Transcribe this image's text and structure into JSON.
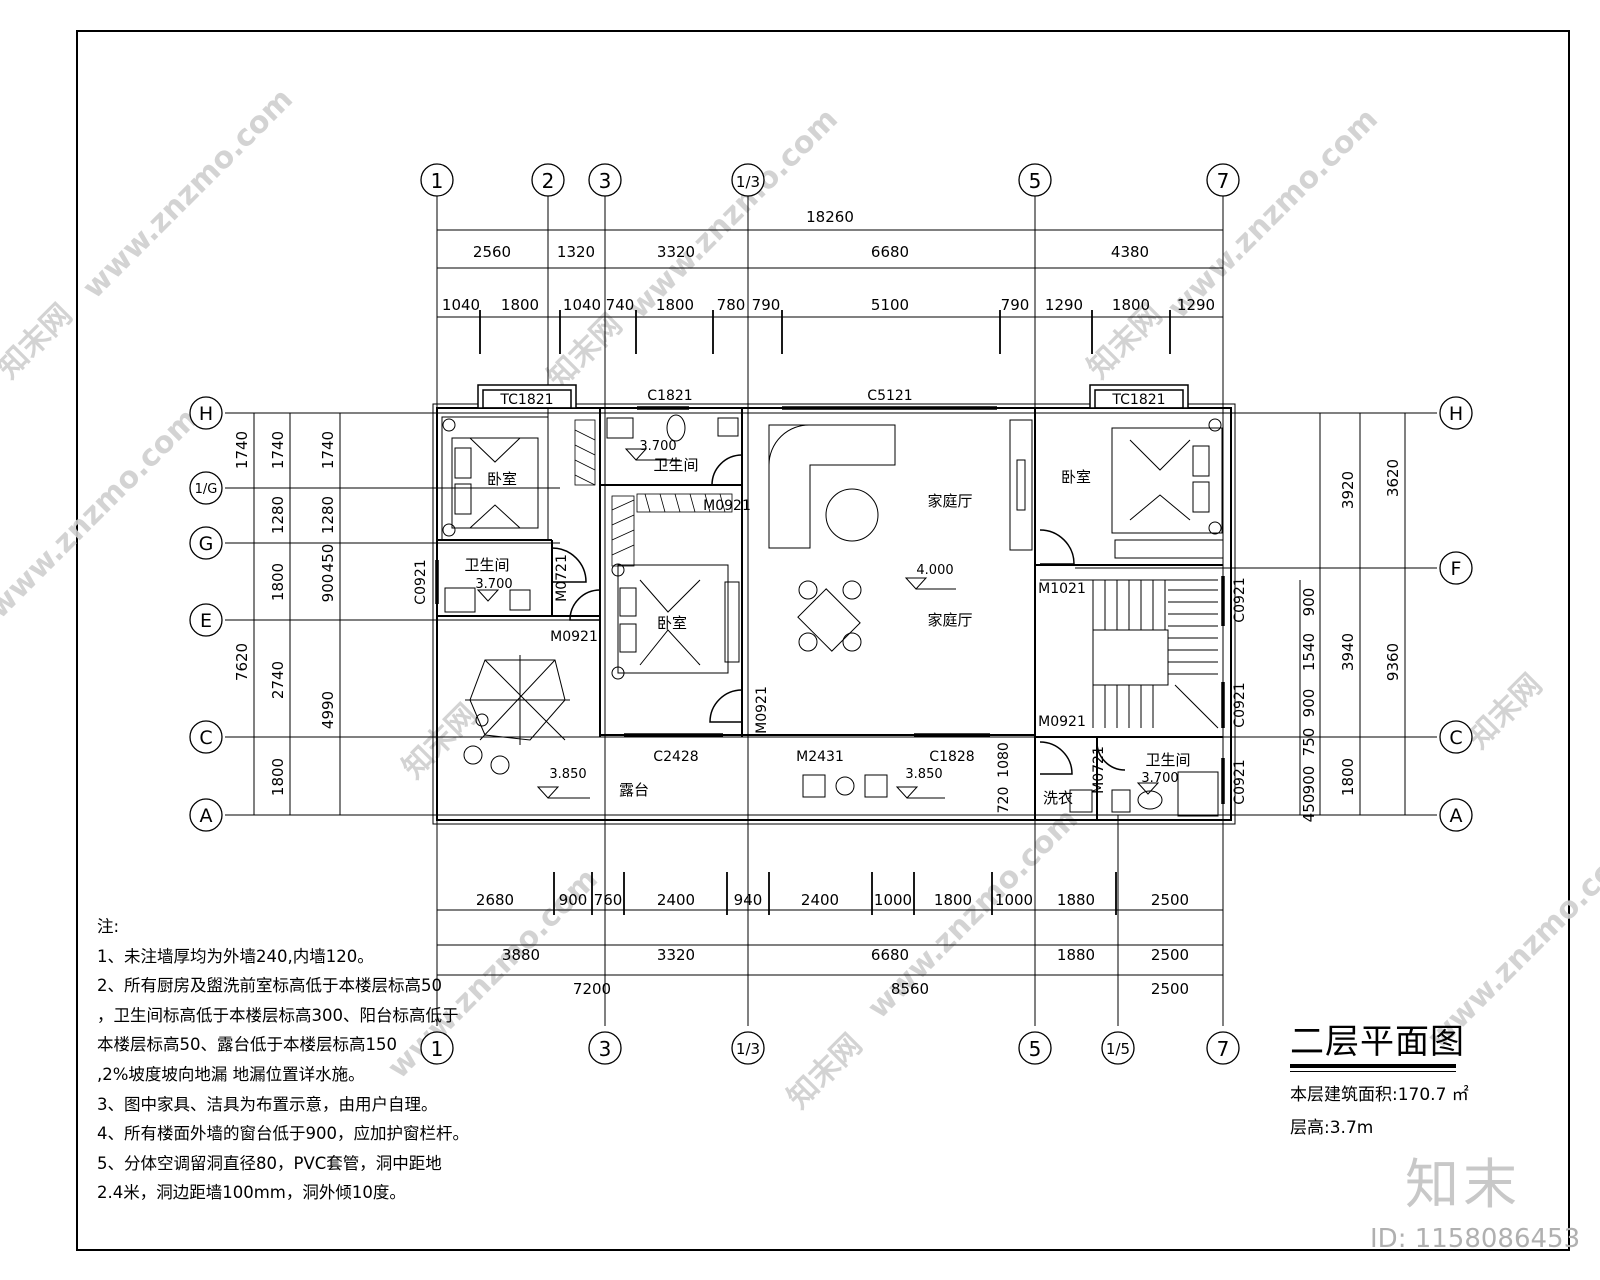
{
  "grid": {
    "top": [
      "1",
      "2",
      "3",
      "1/3",
      "5",
      "7"
    ],
    "bottom": [
      "1",
      "3",
      "1/3",
      "5",
      "1/5",
      "7"
    ],
    "left": [
      "H",
      "1/G",
      "G",
      "E",
      "C",
      "A"
    ],
    "right": [
      "H",
      "F",
      "C",
      "A"
    ]
  },
  "dims": {
    "top_overall": "18260",
    "top_row2": [
      "2560",
      "1320",
      "3320",
      "6680",
      "4380"
    ],
    "top_row3": [
      "1040",
      "1800",
      "1040",
      "740",
      "1800",
      "780",
      "790",
      "5100",
      "790",
      "1290",
      "1800",
      "1290"
    ],
    "bottom_row1": [
      "2680",
      "900",
      "760",
      "2400",
      "940",
      "2400",
      "1000",
      "1800",
      "1000",
      "1880",
      "2500"
    ],
    "bottom_row2": [
      "3880",
      "3320",
      "6680",
      "1880",
      "2500"
    ],
    "bottom_row3": [
      "7200",
      "8560",
      "2500"
    ],
    "left_overall": "7620",
    "left_row2": [
      "1740",
      "1280",
      "1800",
      "2740",
      "1800"
    ],
    "left_row3": [
      "1740",
      "1280",
      "900",
      "450",
      "4990"
    ],
    "right_inner": [
      "900",
      "1540",
      "900",
      "750",
      "900",
      "450"
    ],
    "right_mid": [
      "3920",
      "3940",
      "1800"
    ],
    "right_outer": [
      "3620",
      "9360"
    ]
  },
  "rooms": {
    "bed1": "卧室",
    "bed2": "卧室",
    "bed3": "卧室",
    "bath1": "卫生间",
    "bath2": "卫生间",
    "bath3": "卫生间",
    "family1": "家庭厅",
    "family2": "家庭厅",
    "terrace": "露台",
    "laundry": "洗衣"
  },
  "levels": {
    "bath_a": "3.700",
    "bath_b": "3.700",
    "bath_c": "3.700",
    "floor": "4.000",
    "terrace_a": "3.850",
    "terrace_b": "3.850"
  },
  "openings": {
    "tc_left": "TC1821",
    "tc_right": "TC1821",
    "c1821": "C1821",
    "c5121": "C5121",
    "m0921_a": "M0921",
    "m0921_b": "M0921",
    "m0921_c": "M0921",
    "m0921_d": "M0921",
    "m0721_a": "M0721",
    "m0721_b": "M0721",
    "m1021": "M1021",
    "c0921_left": "C0921",
    "c0921_r1": "C0921",
    "c0921_r2": "C0921",
    "c0921_r3": "C0921",
    "c2428": "C2428",
    "m2431": "M2431",
    "c1828": "C1828",
    "d1080": "1080",
    "d720": "720"
  },
  "notes": [
    "注:",
    "1、未注墙厚均为外墙240,内墙120。",
    "2、所有厨房及盥洗前室标高低于本楼层标高50",
    "，卫生间标高低于本楼层标高300、阳台标高低于",
    "本楼层标高50、露台低于本楼层标高150",
    " ,2%坡度坡向地漏 地漏位置详水施。",
    "3、图中家具、洁具为布置示意，由用户自理。",
    "4、所有楼面外墙的窗台低于900，应加护窗栏杆。",
    "5、分体空调留洞直径80，PVC套管，洞中距地",
    "2.4米，洞边距墙100mm，洞外倾10度。"
  ],
  "title": "二层平面图",
  "area_text": "本层建筑面积:170.7 ㎡",
  "height_text": "层高:3.7m",
  "watermark": "www.znzmo.com",
  "watermark_cn": "知末网",
  "brand": "知末",
  "id_text": "ID: 1158086453"
}
